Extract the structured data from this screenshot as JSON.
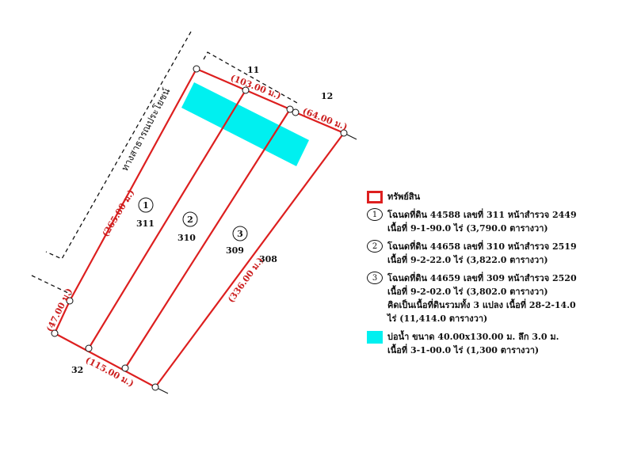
{
  "map": {
    "road_label": "ทางสาธารณประโยชน์",
    "adjacent_labels": [
      "11",
      "12",
      "32",
      "308"
    ],
    "plot_numbers": [
      "1",
      "2",
      "3"
    ],
    "parcel_numbers": [
      "311",
      "310",
      "309"
    ],
    "dimensions": {
      "top_left": "(103.00 ม.)",
      "top_right": "(64.00 ม.)",
      "left_long": "(265.00 ม.)",
      "left_short": "(47.00 ม.)",
      "bottom": "(115.00 ม.)",
      "right": "(336.00 ม.)"
    },
    "colors": {
      "boundary": "#dd1f1f",
      "pond": "#00f0f0"
    }
  },
  "legend": {
    "asset_label": "ทรัพย์สิน",
    "plots": [
      {
        "no": "1",
        "line1": "โฉนดที่ดิน 44588 เลขที่ 311 หน้าสำรวจ 2449",
        "line2": "เนื้อที่ 9-1-90.0 ไร่ (3,790.0 ตารางวา)"
      },
      {
        "no": "2",
        "line1": "โฉนดที่ดิน 44658 เลขที่ 310 หน้าสำรวจ 2519",
        "line2": "เนื้อที่ 9-2-22.0 ไร่ (3,822.0 ตารางวา)"
      },
      {
        "no": "3",
        "line1": "โฉนดที่ดิน 44659 เลขที่ 309 หน้าสำรวจ 2520",
        "line2": "เนื้อที่ 9-2-02.0 ไร่ (3,802.0 ตารางวา)"
      }
    ],
    "total_line1": "คิดเป็นเนื้อที่ดินรวมทั้ง 3 แปลง เนื้อที่ 28-2-14.0",
    "total_line2": "ไร่ (11,414.0 ตารางวา)",
    "pond_line1": "บ่อน้ำ ขนาด 40.00x130.00 ม. ลึก 3.0 ม.",
    "pond_line2": "เนื้อที่ 3-1-00.0 ไร่ (1,300 ตารางวา)"
  }
}
